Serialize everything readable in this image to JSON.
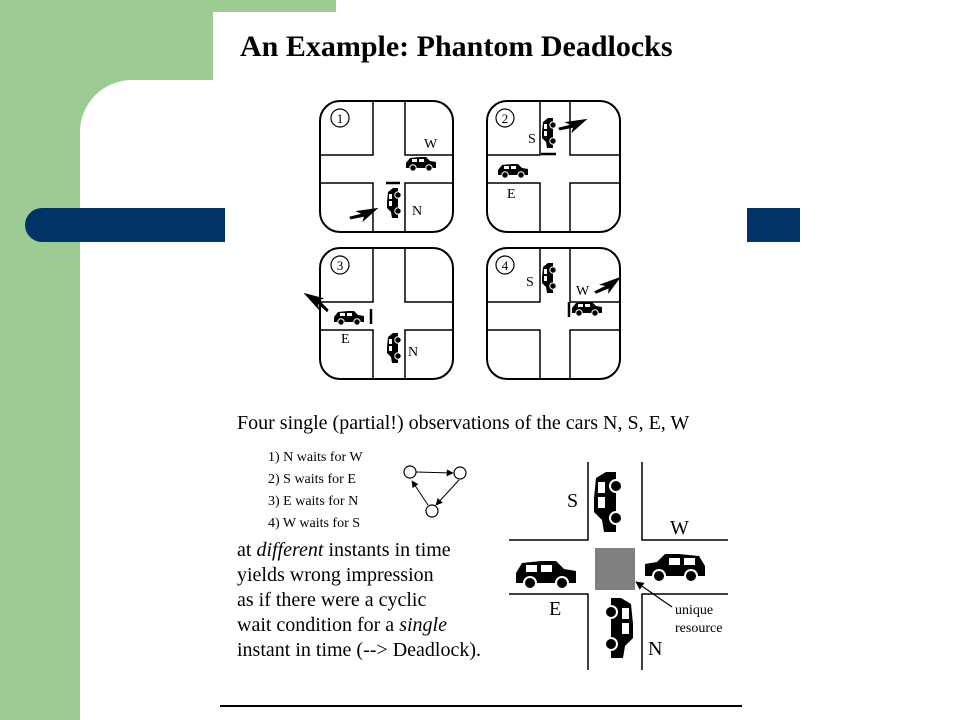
{
  "title": "An Example: Phantom Deadlocks",
  "panels": [
    {
      "number": "1",
      "labels": [
        "W",
        "N"
      ]
    },
    {
      "number": "2",
      "labels": [
        "S",
        "E"
      ]
    },
    {
      "number": "3",
      "labels": [
        "E",
        "N"
      ]
    },
    {
      "number": "4",
      "labels": [
        "S",
        "W"
      ]
    }
  ],
  "caption": "Four single (partial!) observations of the cars N, S, E, W",
  "waits": [
    "1) N waits for W",
    "2) S waits for E",
    "3) E waits for N",
    "4) W waits for S"
  ],
  "explanation": {
    "line1_pre": "at ",
    "line1_em": "different",
    "line1_post": " instants in time",
    "line2": "yields wrong impression",
    "line3": "as if there were a cyclic",
    "line4_pre": "wait condition for a ",
    "line4_em": "single",
    "line5": "instant in time (--> Deadlock)."
  },
  "big_intersection": {
    "labels": {
      "s": "S",
      "w": "W",
      "e": "E",
      "n": "N"
    },
    "resource_label_1": "unique",
    "resource_label_2": "resource"
  },
  "colors": {
    "green": "#9ccc94",
    "navy": "#003366",
    "resource": "#808080"
  }
}
